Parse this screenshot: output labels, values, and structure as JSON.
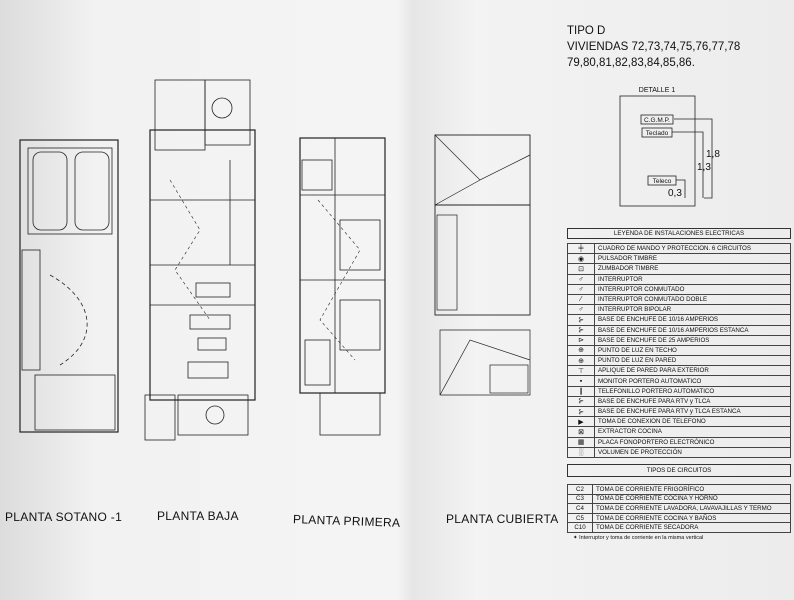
{
  "header": {
    "tipo": "TIPO D",
    "viviendas_line1": "VIVIENDAS  72,73,74,75,76,77,78",
    "viviendas_line2": "79,80,81,82,83,84,85,86."
  },
  "detalle": {
    "title": "DETALLE 1",
    "labels": [
      "C.G.M.P.",
      "Teclado",
      "Teleco"
    ],
    "dimensions": [
      "1,8",
      "1,3",
      "0,3"
    ]
  },
  "plans": [
    {
      "label": "PLANTA SOTANO -1"
    },
    {
      "label": "PLANTA BAJA"
    },
    {
      "label": "PLANTA PRIMERA"
    },
    {
      "label": "PLANTA CUBIERTA"
    }
  ],
  "legend": {
    "title": "LEYENDA DE INSTALACIONES ELECTRICAS",
    "items": [
      {
        "icon": "panel-icon",
        "glyph": "╪",
        "label": "CUADRO DE MANDO Y PROTECCION. 6 CIRCUITOS"
      },
      {
        "icon": "bell-button-icon",
        "glyph": "◉",
        "label": "PULSADOR TIMBRE"
      },
      {
        "icon": "buzzer-icon",
        "glyph": "⊡",
        "label": "ZUMBADOR TIMBRE"
      },
      {
        "icon": "switch-icon",
        "glyph": "♂",
        "label": "INTERRUPTOR"
      },
      {
        "icon": "two-way-switch-icon",
        "glyph": "♂",
        "label": "INTERRUPTOR CONMUTADO"
      },
      {
        "icon": "double-switch-icon",
        "glyph": "⁄",
        "label": "INTERRUPTOR CONMUTADO DOBLE"
      },
      {
        "icon": "bipolar-switch-icon",
        "glyph": "♂",
        "label": "INTERRUPTOR BIPOLAR"
      },
      {
        "icon": "socket-icon",
        "glyph": "⊱",
        "label": "BASE DE ENCHUFE DE 10/16 AMPERIOS"
      },
      {
        "icon": "waterproof-socket-icon",
        "glyph": "⊱",
        "label": "BASE DE ENCHUFE DE 10/16 AMPERIOS ESTANCA"
      },
      {
        "icon": "socket-25a-icon",
        "glyph": "⊳",
        "label": "BASE DE ENCHUFE DE 25 AMPERIOS"
      },
      {
        "icon": "ceiling-light-icon",
        "glyph": "⊕",
        "label": "PUNTO DE LUZ EN TECHO"
      },
      {
        "icon": "wall-light-icon",
        "glyph": "⊕",
        "label": "PUNTO DE LUZ EN PARED"
      },
      {
        "icon": "exterior-wall-light-icon",
        "glyph": "⊤",
        "label": "APLIQUE DE PARED PARA EXTERIOR"
      },
      {
        "icon": "intercom-monitor-icon",
        "glyph": "▪",
        "label": "MONITOR PORTERO AUTOMATICO"
      },
      {
        "icon": "intercom-phone-icon",
        "glyph": "❙",
        "label": "TELEFONILLO PORTERO AUTOMATICO"
      },
      {
        "icon": "tv-socket-icon",
        "glyph": "⊱",
        "label": "BASE DE ENCHUFE PARA RTV y TLCA"
      },
      {
        "icon": "tv-waterproof-socket-icon",
        "glyph": "⊱",
        "label": "BASE DE ENCHUFE PARA RTV y TLCA ESTANCA"
      },
      {
        "icon": "phone-socket-icon",
        "glyph": "▶",
        "label": "TOMA DE CONEXION DE TELEFONO"
      },
      {
        "icon": "kitchen-extractor-icon",
        "glyph": "⊠",
        "label": "EXTRACTOR COCINA"
      },
      {
        "icon": "intercom-plate-icon",
        "glyph": "▦",
        "label": "PLACA FONOPORTERO ELECTRÓNICO"
      },
      {
        "icon": "protection-volume-icon",
        "glyph": "░",
        "label": "VOLUMEN DE PROTECCIÓN"
      }
    ]
  },
  "circuits": {
    "title": "TIPOS DE CIRCUITOS",
    "items": [
      {
        "code": "C2",
        "label": "TOMA DE CORRIENTE FRIGORÍFICO"
      },
      {
        "code": "C3",
        "label": "TOMA DE CORRIENTE COCINA Y HORNO"
      },
      {
        "code": "C4",
        "label": "TOMA DE CORRIENTE LAVADORA, LAVAVAJILLAS Y TERMO"
      },
      {
        "code": "C5",
        "label": "TOMA DE CORRIENTE COCINA Y BAÑOS"
      },
      {
        "code": "C10",
        "label": "TOMA DE CORRIENTE SECADORA"
      }
    ],
    "note": "✦ Interruptor y toma de corriente en la misma vertical"
  }
}
